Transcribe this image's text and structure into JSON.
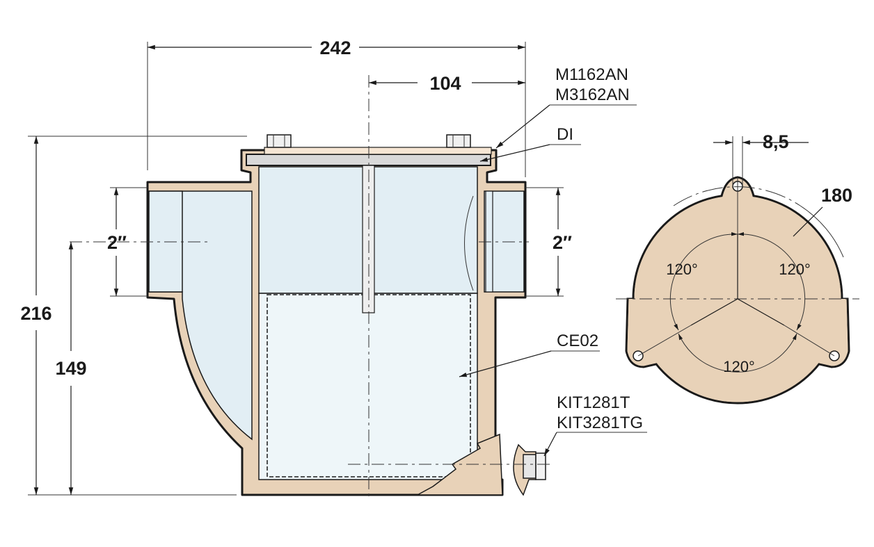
{
  "dimensions": {
    "overall_width": "242",
    "half_width": "104",
    "overall_height": "216",
    "port_axis_height": "149",
    "inlet_size": "2″",
    "outlet_size": "2″",
    "hole_diameter": "8,5",
    "bolt_circle": "180",
    "angle_left": "120°",
    "angle_right": "120°",
    "angle_bottom": "120°"
  },
  "callouts": {
    "cover_1": "M1162AN",
    "cover_2": "M3162AN",
    "gasket": "DI",
    "basket": "CE02",
    "drain_1": "KIT1281T",
    "drain_2": "KIT3281TG"
  },
  "colors": {
    "bronze": "#e8d2b8",
    "water": "#e2eef4",
    "lid": "#d9d9d9"
  }
}
